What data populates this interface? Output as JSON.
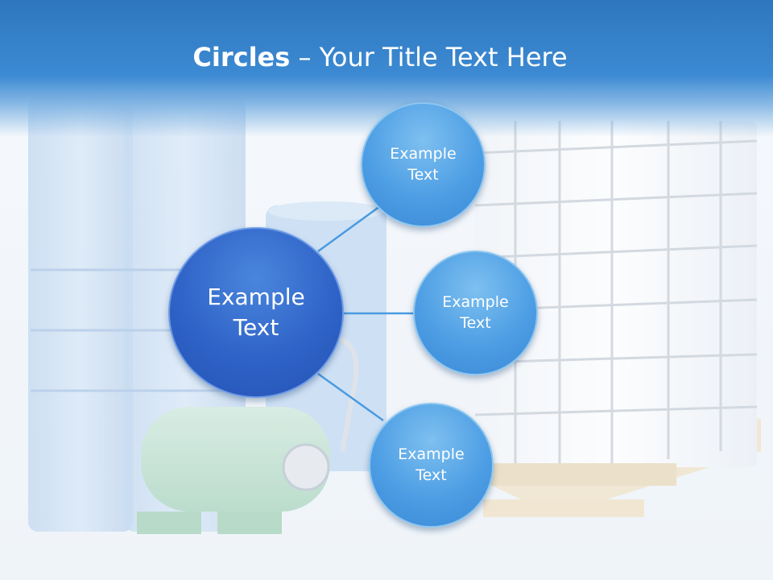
{
  "slide": {
    "title_bold": "Circles",
    "title_rest": " – Your Title Text Here"
  },
  "diagram": {
    "center": {
      "label": "Example\nText"
    },
    "nodes": [
      {
        "label": "Example\nText"
      },
      {
        "label": "Example\nText"
      },
      {
        "label": "Example\nText"
      }
    ]
  },
  "colors": {
    "header": "#3c8ad3",
    "center_circle": "#2f63c7",
    "node_circle": "#4d9ee4",
    "connector": "#4a9be0"
  }
}
